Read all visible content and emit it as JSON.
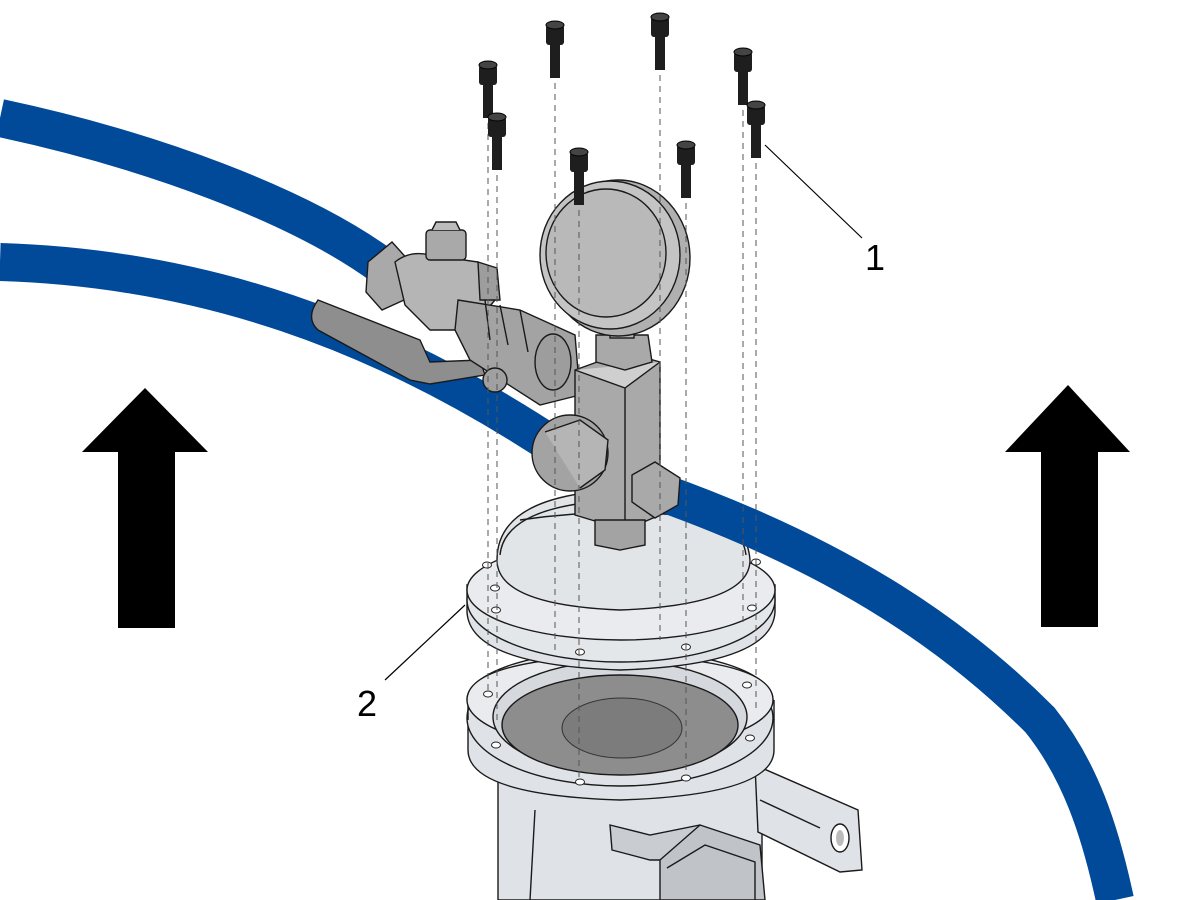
{
  "callouts": [
    {
      "label": "1",
      "refers_to": "screws"
    },
    {
      "label": "2",
      "refers_to": "cover-flange"
    }
  ],
  "colors": {
    "hose": "#004a99",
    "metal_light": "#dfe2e6",
    "metal_mid": "#b8bcc1",
    "metal_dark": "#8b8f94",
    "valve_body": "#a9a9a9",
    "screw": "#1e1e1e",
    "arrow": "#000000"
  },
  "icons": [
    "up-arrow-icon",
    "up-arrow-icon"
  ],
  "screw_count": 8
}
